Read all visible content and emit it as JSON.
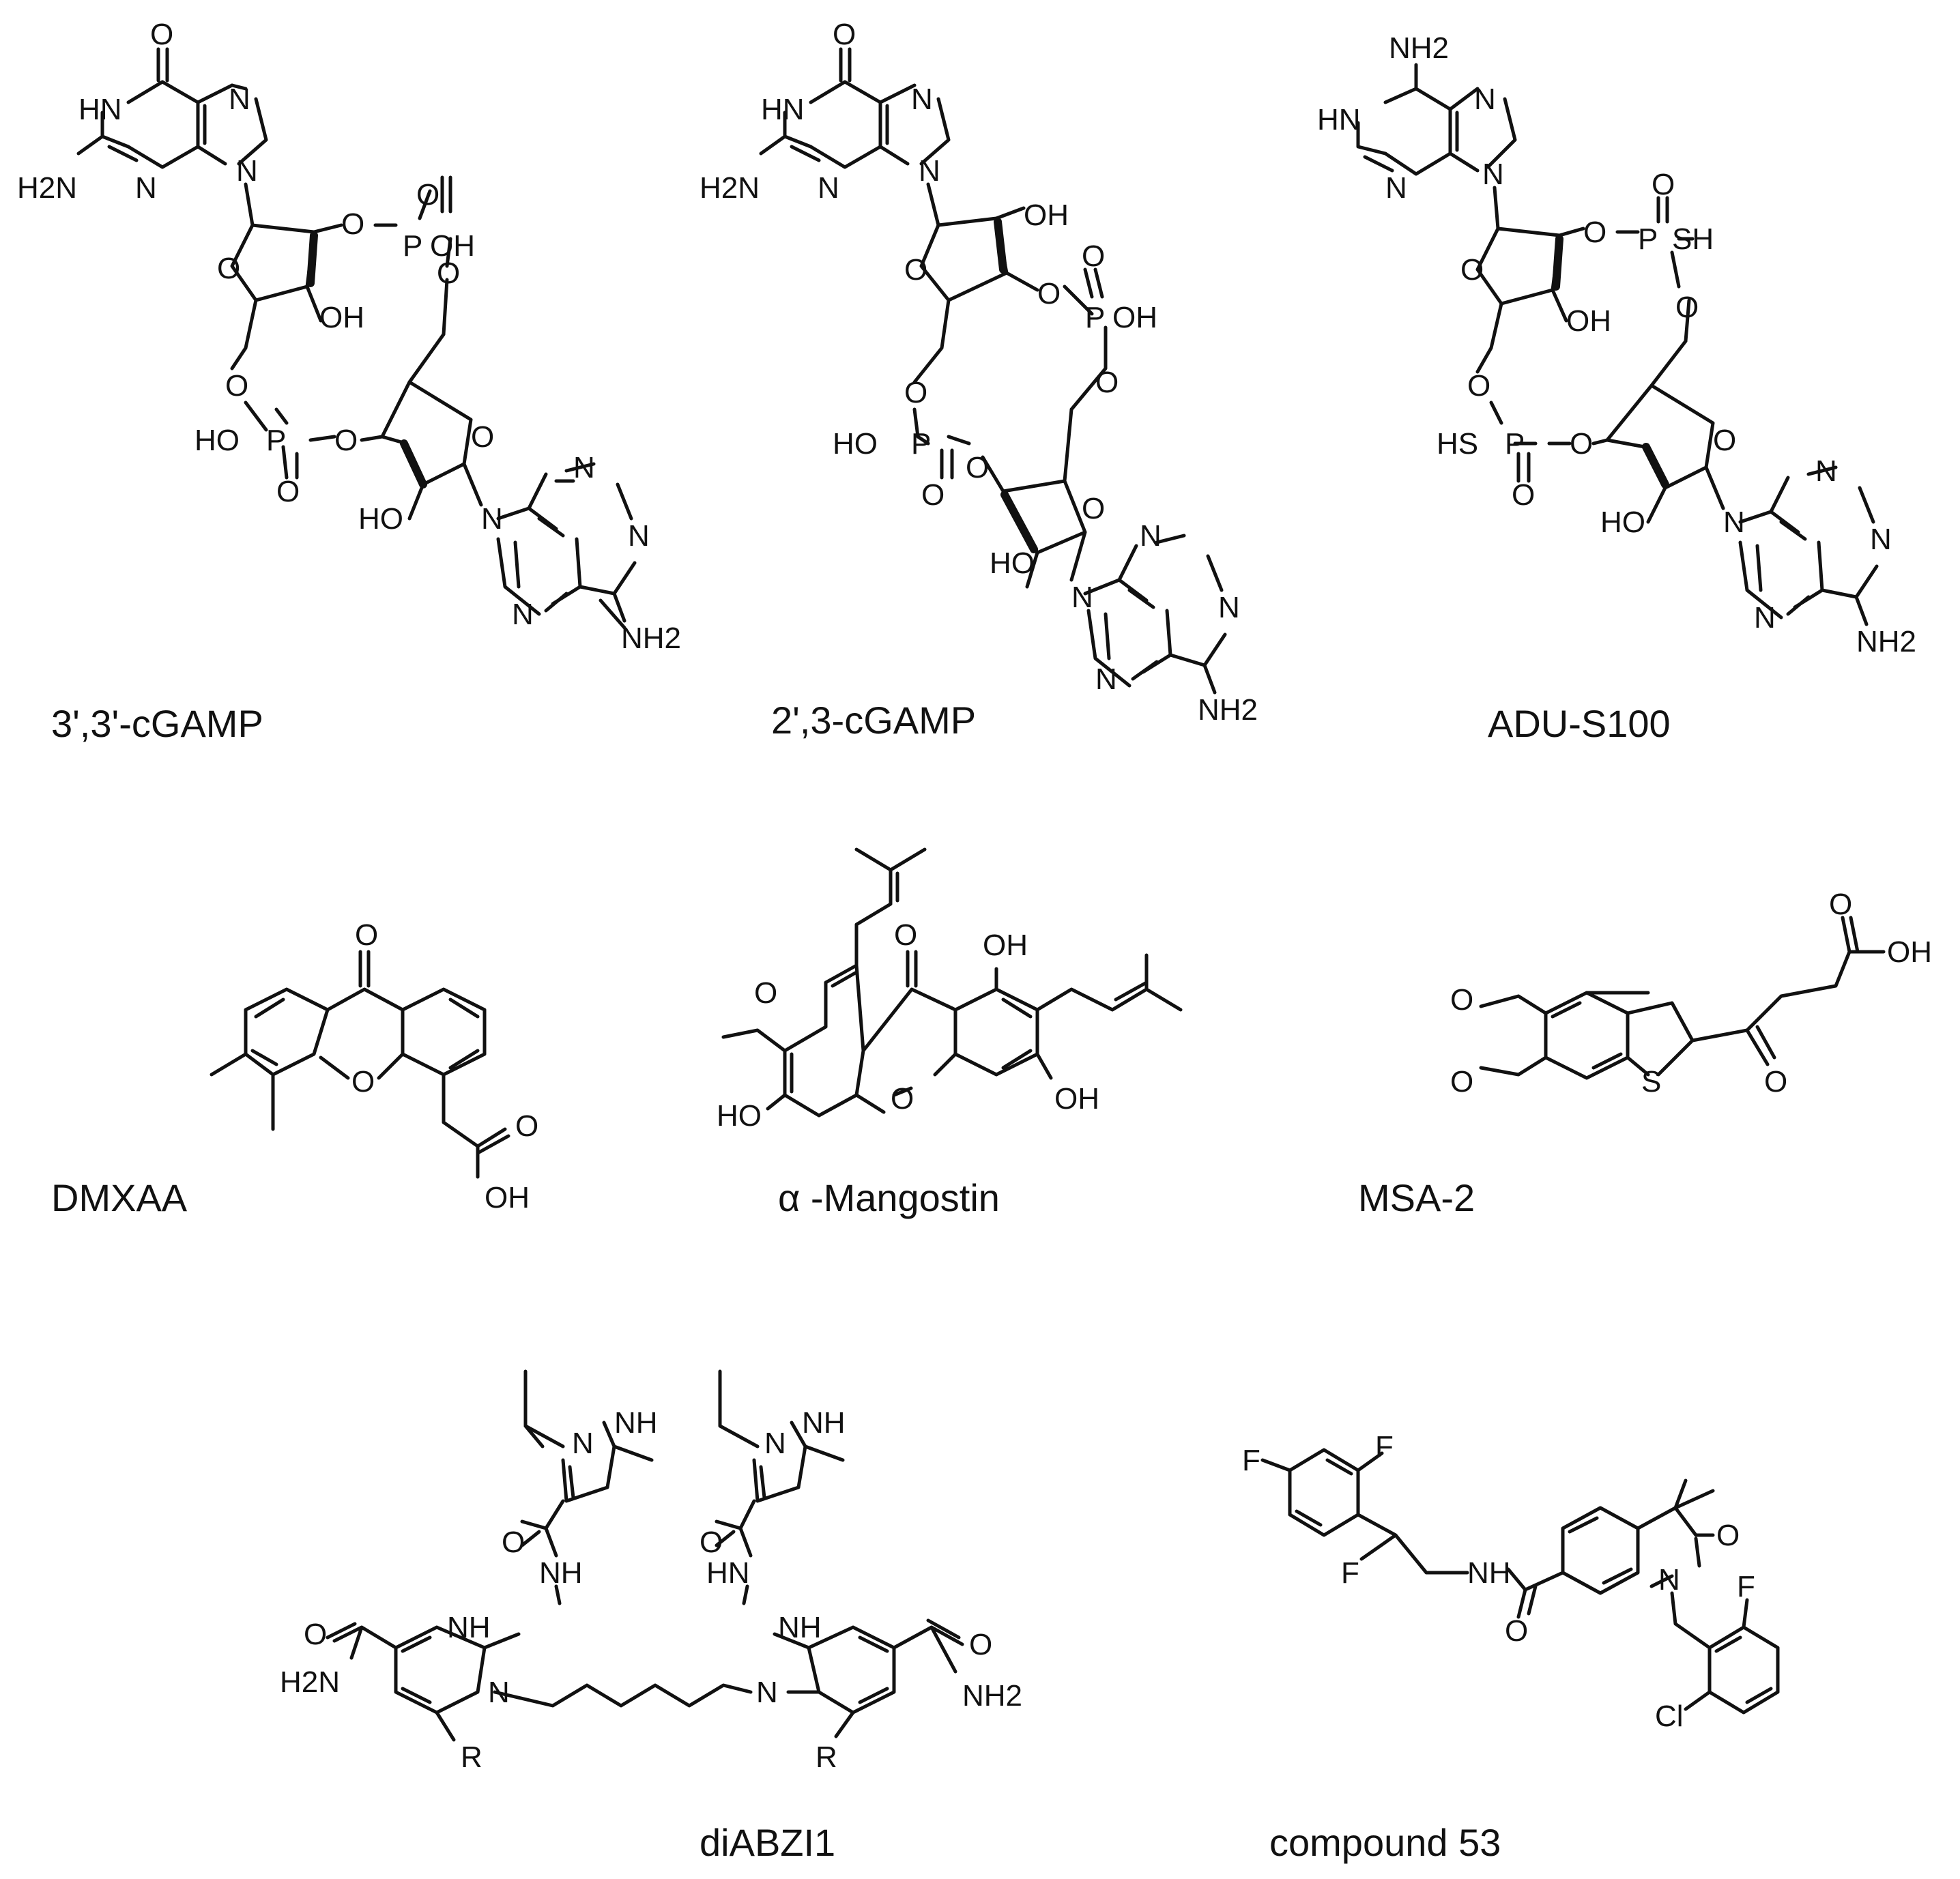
{
  "compounds": [
    {
      "name": "3',3'-cGAMP",
      "atoms": {
        "o_top": "O",
        "n1": "N",
        "hn1": "HN",
        "nh2_1": "H2N",
        "n_n": "N",
        "n_9": "N",
        "o_rib1": "O",
        "o_link1": "O",
        "p1": "P",
        "p1_o": "O",
        "p1_oh": "OH",
        "o_link2": "O",
        "oh_rib1": "OH",
        "o_ch2": "O",
        "p2": "P",
        "p2_ho": "HO",
        "p2_o": "O",
        "o_link3": "O",
        "o_rib2": "O",
        "ho_rib2": "HO",
        "n_a9": "N",
        "n_a1": "N",
        "n_a3": "N",
        "n_a7": "N",
        "nh2_a": "NH2"
      }
    },
    {
      "name": "2',3-cGAMP",
      "atoms": {
        "o_top": "O",
        "hn1": "HN",
        "n1": "N",
        "nh2_1": "H2N",
        "n_n": "N",
        "n_9": "N",
        "oh_rib1": "OH",
        "o_rib1": "O",
        "o_link1": "O",
        "p1_o": "O",
        "p1": "P",
        "p1_oh": "OH",
        "o_link2": "O",
        "o_ch2": "O",
        "p2_ho": "HO",
        "p2": "P",
        "p2_o": "O",
        "o_link3": "O",
        "o_rib2": "O",
        "ho_rib2": "HO",
        "n_a9": "N",
        "n_a1": "N",
        "n_a3": "N",
        "n_a7": "N",
        "nh2_a": "NH2"
      }
    },
    {
      "name": "ADU-S100",
      "atoms": {
        "nh2_top": "NH2",
        "hn1": "HN",
        "n1": "N",
        "n_n": "N",
        "n_9": "N",
        "o_rib1": "O",
        "o_link1": "O",
        "p1_o": "O",
        "p1": "P",
        "p1_sh": "SH",
        "o_link2": "O",
        "oh_rib1": "OH",
        "o_ch2": "O",
        "p2_hs": "HS",
        "p2": "P",
        "p2_o": "O",
        "o_link3": "O",
        "o_rib2": "O",
        "ho_rib2": "HO",
        "n_a9": "N",
        "n_a1": "N",
        "n_a3": "N",
        "n_a7": "N",
        "nh2_a": "NH2"
      }
    },
    {
      "name": "DMXAA",
      "atoms": {
        "o_keto": "O",
        "o_ring": "O",
        "o_acid": "O",
        "oh_acid": "OH"
      }
    },
    {
      "name": "α -Mangostin",
      "atoms": {
        "o_keto": "O",
        "oh_1": "OH",
        "o_me": "O",
        "ho_3": "HO",
        "o_ring": "O",
        "oh_6": "OH"
      }
    },
    {
      "name": "MSA-2",
      "atoms": {
        "o_acid": "O",
        "oh_acid": "OH",
        "o_me1": "O",
        "o_me2": "O",
        "s_ring": "S",
        "o_keto": "O"
      }
    },
    {
      "name": "diABZI1",
      "atoms": {
        "nh_pz1": "NH",
        "n_pz1": "N",
        "nh_pz2": "NH",
        "n_pz2": "N",
        "o_am1": "O",
        "nh_am1": "NH",
        "o_am2": "O",
        "hn_am2": "HN",
        "nh_bz1": "NH",
        "n_bz1": "N",
        "nh_bz2": "NH",
        "n_bz2": "N",
        "o_c1": "O",
        "h2n_c1": "H2N",
        "r1": "R",
        "r2": "R",
        "o_c2": "O",
        "nh2_c2": "NH2"
      }
    },
    {
      "name": "compound 53",
      "atoms": {
        "f1": "F",
        "f2": "F",
        "f3": "F",
        "nh_am": "NH",
        "o_am": "O",
        "o_lac": "O",
        "n_lac": "N",
        "f4": "F",
        "cl": "Cl"
      }
    }
  ]
}
